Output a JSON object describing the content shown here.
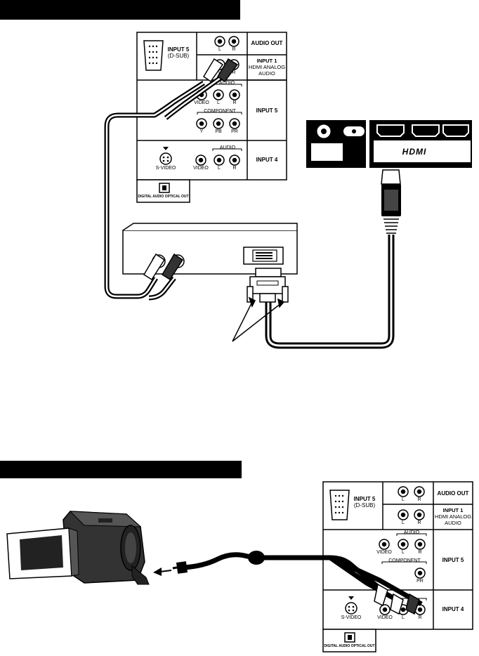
{
  "section1": {
    "heading": ""
  },
  "section2": {
    "heading": ""
  },
  "tv_panel_top": {
    "input5_dsub": [
      "INPUT 5",
      "(D-SUB)"
    ],
    "audio_out": "AUDIO OUT",
    "input1": [
      "INPUT 1",
      "HDMI ANALOG",
      "AUDIO"
    ],
    "input5": "INPUT 5",
    "input4": "INPUT 4",
    "audio": "AUDIO",
    "component": "COMPONENT",
    "video": "VIDEO",
    "s_video": "S-VIDEO",
    "l": "L",
    "r": "R",
    "y": "Y",
    "pb": "PB",
    "pr": "PR",
    "digital_audio_optical_out": "DIGITAL AUDIO OPTICAL OUT"
  },
  "tv_panel_bottom": {
    "input5_dsub": [
      "INPUT 5",
      "(D-SUB)"
    ],
    "audio_out": "AUDIO OUT",
    "input1": [
      "INPUT 1",
      "HDMI ANALOG",
      "AUDIO"
    ],
    "input5": "INPUT 5",
    "input4": "INPUT 4",
    "audio": "AUDIO",
    "component": "COMPONENT",
    "video": "VIDEO",
    "s_video": "S-VIDEO",
    "l": "L",
    "r": "R",
    "pr": "PR",
    "digital_audio_optical_out": "DIGITAL AUDIO OPTICAL OUT"
  },
  "hdmi_panel": {
    "logo": "HDMI"
  },
  "colors": {
    "ink": "#000000",
    "paper": "#ffffff",
    "shade": "#444444"
  }
}
